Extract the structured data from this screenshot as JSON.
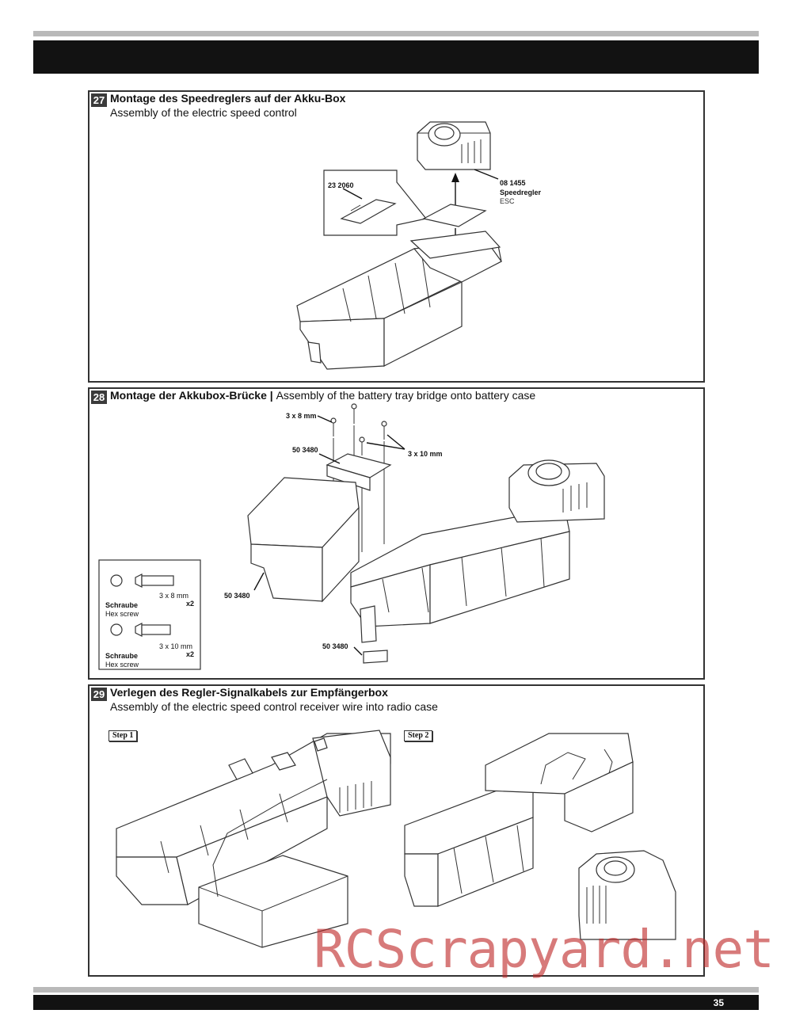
{
  "steps": {
    "s27": {
      "number": "27",
      "title": "Montage des Speedreglers auf der Akku-Box",
      "subtitle": "Assembly of the electric speed control",
      "parts": {
        "pad_number": "23 2060",
        "esc_number": "08 1455",
        "esc_name": "Speedregler",
        "esc_name_en": "ESC"
      }
    },
    "s28": {
      "number": "28",
      "title": "Montage der Akkubox-Brücke",
      "separator": "|",
      "subtitle": "Assembly of the battery tray bridge onto battery case",
      "parts": {
        "screw_small": "3 x 8 mm",
        "screw_large": "3 x 10 mm",
        "bridge_number": "50 3480",
        "case_number": "50 3480",
        "post_number": "50 3480"
      },
      "legend": [
        {
          "size": "3 x 8 mm",
          "name": "Schraube",
          "name_en": "Hex screw",
          "qty": "x2"
        },
        {
          "size": "3 x 10 mm",
          "name": "Schraube",
          "name_en": "Hex screw",
          "qty": "x2"
        }
      ]
    },
    "s29": {
      "number": "29",
      "title": "Verlegen des Regler-Signalkabels zur Empfängerbox",
      "subtitle": "Assembly of the electric speed control receiver wire into radio case",
      "step1": "Step 1",
      "step2": "Step 2"
    }
  },
  "watermark": "RCScrapyard.net",
  "page_number": "35"
}
